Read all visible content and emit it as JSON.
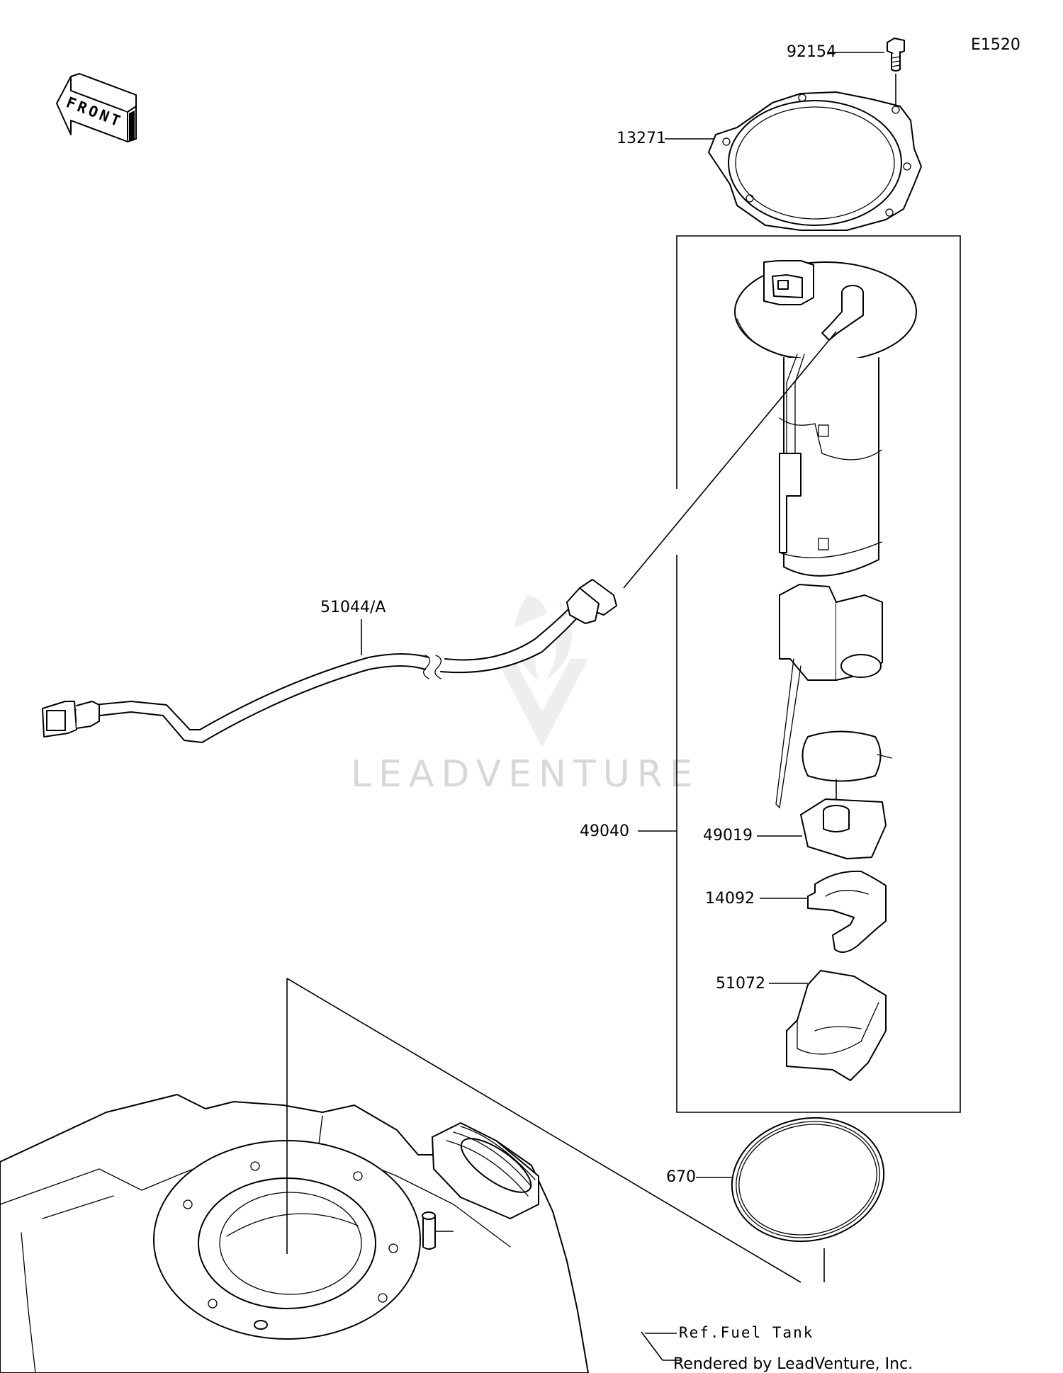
{
  "diagram_code": "E1520",
  "orientation_label": "FRONT",
  "watermark": "LEADVENTURE",
  "credit": "Rendered by LeadVenture, Inc.",
  "parts": [
    {
      "id": "p92154",
      "number": "92154"
    },
    {
      "id": "p13271",
      "number": "13271"
    },
    {
      "id": "p51044",
      "number": "51044/A"
    },
    {
      "id": "p49040",
      "number": "49040"
    },
    {
      "id": "p49019",
      "number": "49019"
    },
    {
      "id": "p14092",
      "number": "14092"
    },
    {
      "id": "p51072",
      "number": "51072"
    },
    {
      "id": "p670",
      "number": "670"
    }
  ],
  "reference_label": "Ref.Fuel Tank"
}
